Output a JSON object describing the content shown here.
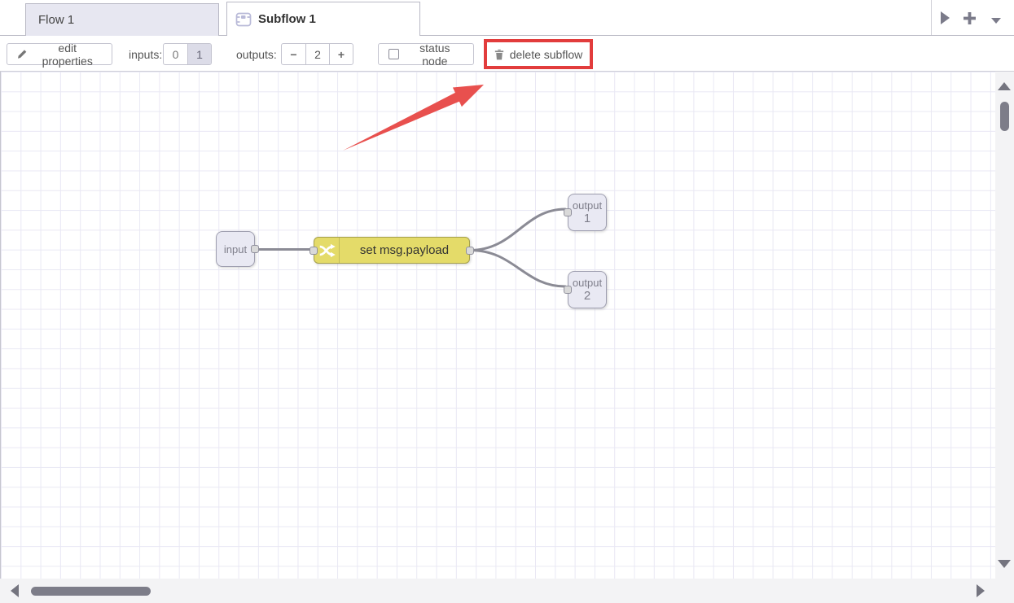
{
  "header": {
    "tabs": [
      {
        "label": "Flow 1",
        "active": false
      },
      {
        "label": "Subflow 1",
        "active": true
      }
    ]
  },
  "toolbar": {
    "edit_properties_label": "edit properties",
    "inputs_label": "inputs:",
    "inputs_options": [
      "0",
      "1"
    ],
    "inputs_selected": "1",
    "outputs_label": "outputs:",
    "outputs_decrement_label": "−",
    "outputs_value": "2",
    "outputs_increment_label": "+",
    "status_node_label": "status node",
    "status_node_checked": false,
    "delete_subflow_label": "delete subflow"
  },
  "canvas": {
    "nodes": [
      {
        "id": "input",
        "type": "subflow-input",
        "label": "input"
      },
      {
        "id": "change",
        "type": "change",
        "label": "set msg.payload"
      },
      {
        "id": "output1",
        "type": "subflow-output",
        "label": "output",
        "number": "1"
      },
      {
        "id": "output2",
        "type": "subflow-output",
        "label": "output",
        "number": "2"
      }
    ],
    "wires": [
      {
        "from": "input",
        "to": "change"
      },
      {
        "from": "change",
        "to": "output1"
      },
      {
        "from": "change",
        "to": "output2"
      }
    ]
  },
  "annotation": {
    "highlighted_control": "delete subflow",
    "arrow_points_to": "delete subflow button"
  },
  "colors": {
    "change_node_fill": "#e4db69",
    "io_node_fill": "#e9e9f3",
    "inactive_tab_fill": "#e7e7f1",
    "grid_line": "#e9e8f4",
    "wire": "#8b8b95",
    "highlight_red": "#e23c3c",
    "selected_toggle_bg": "#dcdce8",
    "scroll_thumb": "#7d7d89"
  }
}
